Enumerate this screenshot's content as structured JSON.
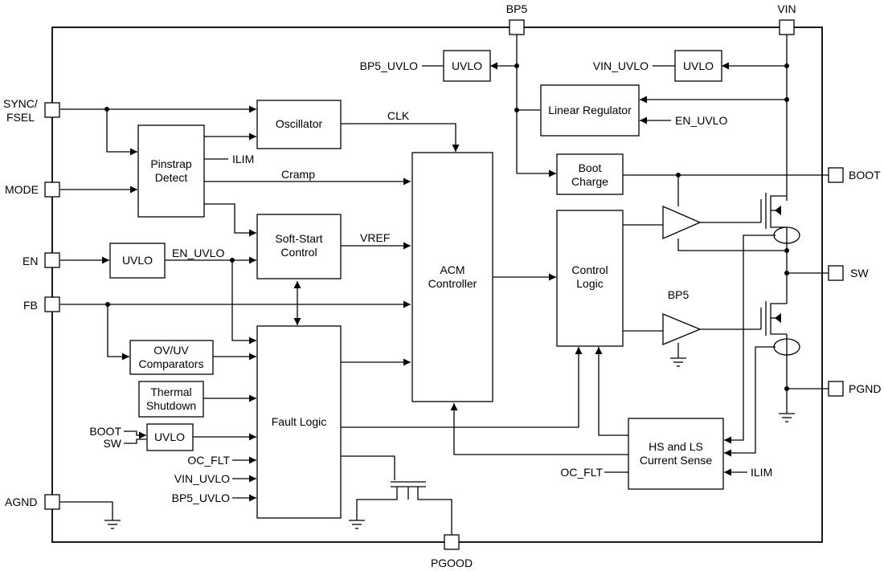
{
  "pins": {
    "sync_fsel_1": "SYNC/",
    "sync_fsel_2": "FSEL",
    "mode": "MODE",
    "en": "EN",
    "fb": "FB",
    "agnd": "AGND",
    "bp5": "BP5",
    "vin": "VIN",
    "boot": "BOOT",
    "sw": "SW",
    "pgnd": "PGND",
    "pgood": "PGOOD"
  },
  "blocks": {
    "oscillator": "Oscillator",
    "pinstrap_1": "Pinstrap",
    "pinstrap_2": "Detect",
    "uvlo_en": "UVLO",
    "softstart_1": "Soft-Start",
    "softstart_2": "Control",
    "acm_1": "ACM",
    "acm_2": "Controller",
    "ovuv_1": "OV/UV",
    "ovuv_2": "Comparators",
    "thermal_1": "Thermal",
    "thermal_2": "Shutdown",
    "uvlo_boot": "UVLO",
    "fault": "Fault Logic",
    "uvlo_bp5": "UVLO",
    "uvlo_vin": "UVLO",
    "linreg": "Linear Regulator",
    "boot_charge_1": "Boot",
    "boot_charge_2": "Charge",
    "control_1": "Control",
    "control_2": "Logic",
    "cs_1": "HS and LS",
    "cs_2": "Current Sense"
  },
  "signals": {
    "ilim_pinstrap": "ILIM",
    "cramp": "Cramp",
    "clk": "CLK",
    "vref": "VREF",
    "en_uvlo_out": "EN_UVLO",
    "bp5_uvlo_out": "BP5_UVLO",
    "vin_uvlo_out": "VIN_UVLO",
    "en_uvlo_in": "EN_UVLO",
    "boot_in": "BOOT",
    "sw_in": "SW",
    "oc_flt_in": "OC_FLT",
    "vin_uvlo_in": "VIN_UVLO",
    "bp5_uvlo_in": "BP5_UVLO",
    "oc_flt_out": "OC_FLT",
    "ilim_cs": "ILIM",
    "bp5_driver": "BP5"
  }
}
